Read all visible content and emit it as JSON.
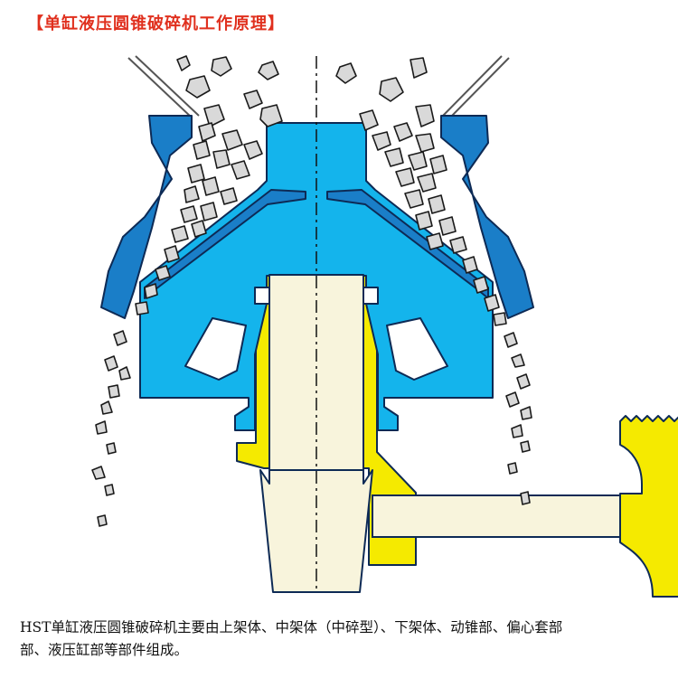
{
  "title": "【单缸液压圆锥破碎机工作原理】",
  "description_lines": [
    "HST单缸液压圆锥破碎机主要由上架体、中架体（中碎型）、下架体、动锥部、偏心套部",
    "部、液压缸部等部件组成。"
  ],
  "colors": {
    "title": "#e0301e",
    "frame_blue": "#1a7ec8",
    "cone_cyan": "#14b4ec",
    "hydraulic_yellow": "#f5ea00",
    "shaft_cream": "#f8f4dc",
    "ore_gray": "#d9d9d9",
    "outline": "#0d2a55"
  }
}
